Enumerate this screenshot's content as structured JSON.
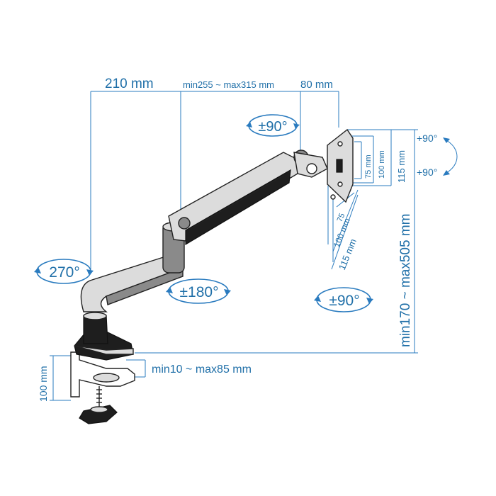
{
  "labels": {
    "arm_reach": "210 mm",
    "arm_range": "min255 ~ max315 mm",
    "head_depth": "80 mm",
    "height_range": "min170 ~ max505 mm",
    "clamp_height": "100 mm",
    "clamp_range": "min10 ~ max85 mm",
    "vesa_75_h": "75 mm",
    "vesa_100_h": "100 mm",
    "vesa_115_h": "115 mm",
    "vesa_75_w": "75",
    "vesa_100_w": "100 mm",
    "vesa_115_w": "115 mm",
    "rot_top": "+90°",
    "rot_bottom": "+90°"
  },
  "badges": {
    "tilt": "±90°",
    "base_swivel": "270°",
    "arm_swivel": "±180°",
    "head_swivel": "±90°"
  },
  "colors": {
    "dimension": "#2a7bbf",
    "dimension_text": "#1f6fa8",
    "mount_dark": "#1e1e1e",
    "mount_light": "#dcdcdc"
  }
}
